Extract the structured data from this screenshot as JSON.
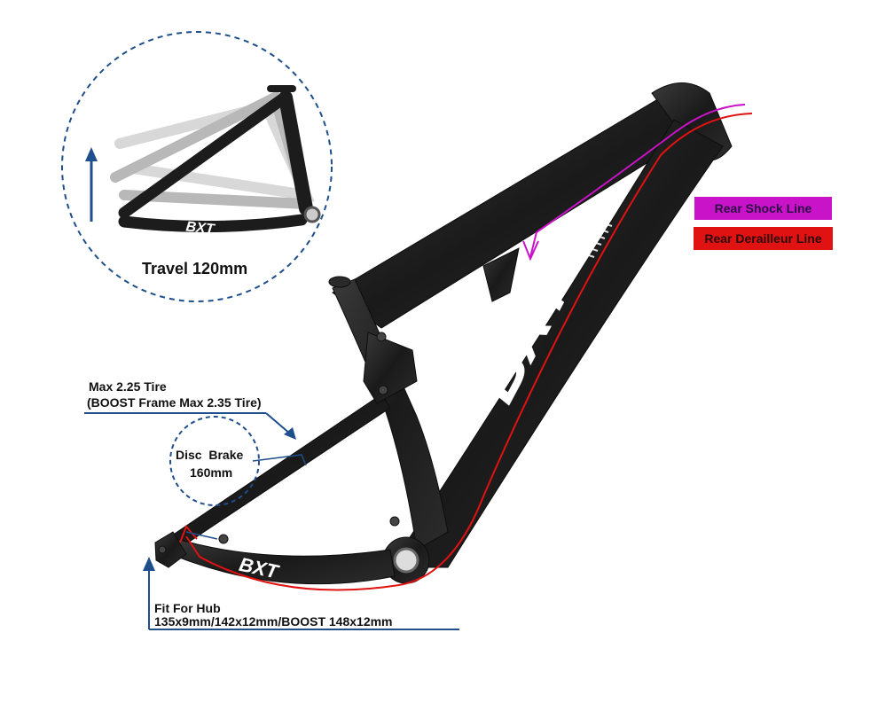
{
  "brand": "BXT",
  "travel_label": "Travel 120mm",
  "tire": {
    "line1": "Max 2.25 Tire",
    "line2": "(BOOST Frame Max 2.35 Tire)"
  },
  "brake": {
    "line1": "Disc  Brake",
    "line2": "160mm"
  },
  "hub": {
    "line1": "Fit For Hub",
    "line2": "135x9mm/142x12mm/BOOST 148x12mm"
  },
  "legend": [
    {
      "label": "Rear Shock Line",
      "color": "#c913c9"
    },
    {
      "label": "Rear Derailleur Line",
      "color": "#e01212"
    }
  ],
  "colors": {
    "annotation_blue": "#1f4e8c",
    "frame": "#1c1c1c"
  }
}
